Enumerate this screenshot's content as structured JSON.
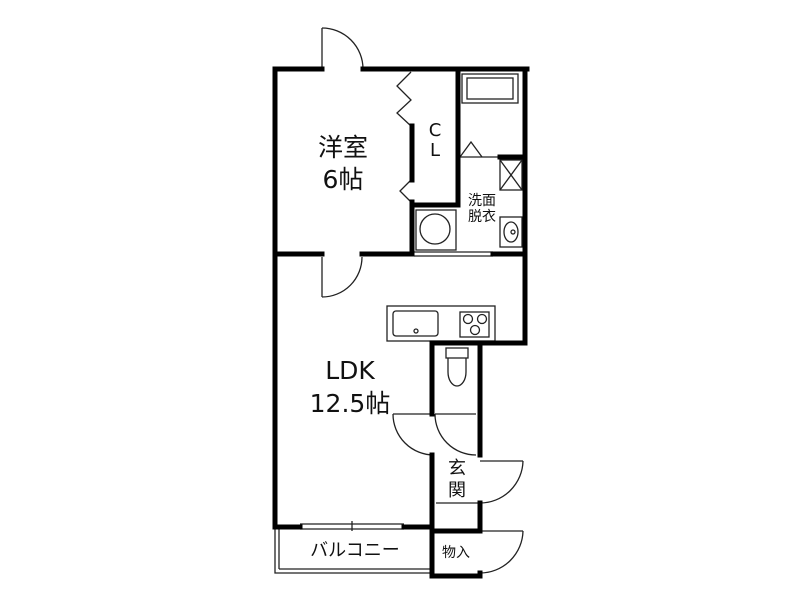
{
  "plan": {
    "colors": {
      "wall": "#000000",
      "line": "#222222",
      "background": "#ffffff"
    },
    "rooms": {
      "bedroom": {
        "name": "洋室",
        "size": "6帖"
      },
      "closet": {
        "line1": "C",
        "line2": "L"
      },
      "washroom": {
        "line1": "洗面",
        "line2": "脱衣"
      },
      "ldk": {
        "name": "LDK",
        "size": "12.5帖"
      },
      "entrance": {
        "line1": "玄",
        "line2": "関"
      },
      "balcony": {
        "name": "バルコニー"
      },
      "storage": {
        "name": "物入"
      }
    }
  }
}
